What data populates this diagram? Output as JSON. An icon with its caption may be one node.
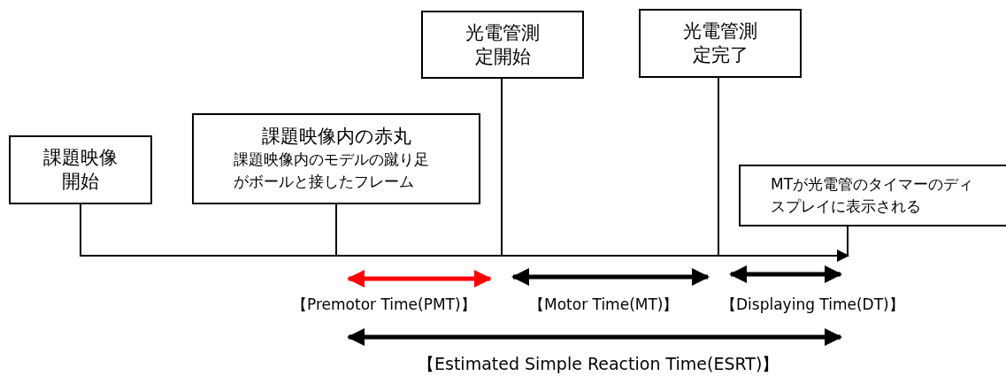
{
  "diagram": {
    "nodes": [
      {
        "text": [
          "課題映像開始"
        ]
      },
      {
        "text": [
          "課題映像内の赤丸",
          "課題映像内のモデルの蹴り足がボールと接したフレーム"
        ]
      },
      {
        "text": [
          "光電管測定開始"
        ]
      },
      {
        "text": [
          "光電管測定完了"
        ]
      },
      {
        "text": [
          "MTが光電管のタイマーのディスプレイに表示される"
        ]
      }
    ],
    "edges": [
      {
        "from": 0,
        "to": 4,
        "arrow": "to"
      },
      {
        "from": 1,
        "to": null,
        "arrow": "none"
      },
      {
        "from": 2,
        "to": null,
        "arrow": "none"
      },
      {
        "from": 3,
        "to": null,
        "arrow": "none"
      }
    ],
    "labels": [
      "【Premotor Time(PMT)】",
      "【Motor Time(MT)】",
      "【Displaying Time(DT)】",
      "【Estimated Simple Reaction Time(ESRT)】"
    ]
  }
}
